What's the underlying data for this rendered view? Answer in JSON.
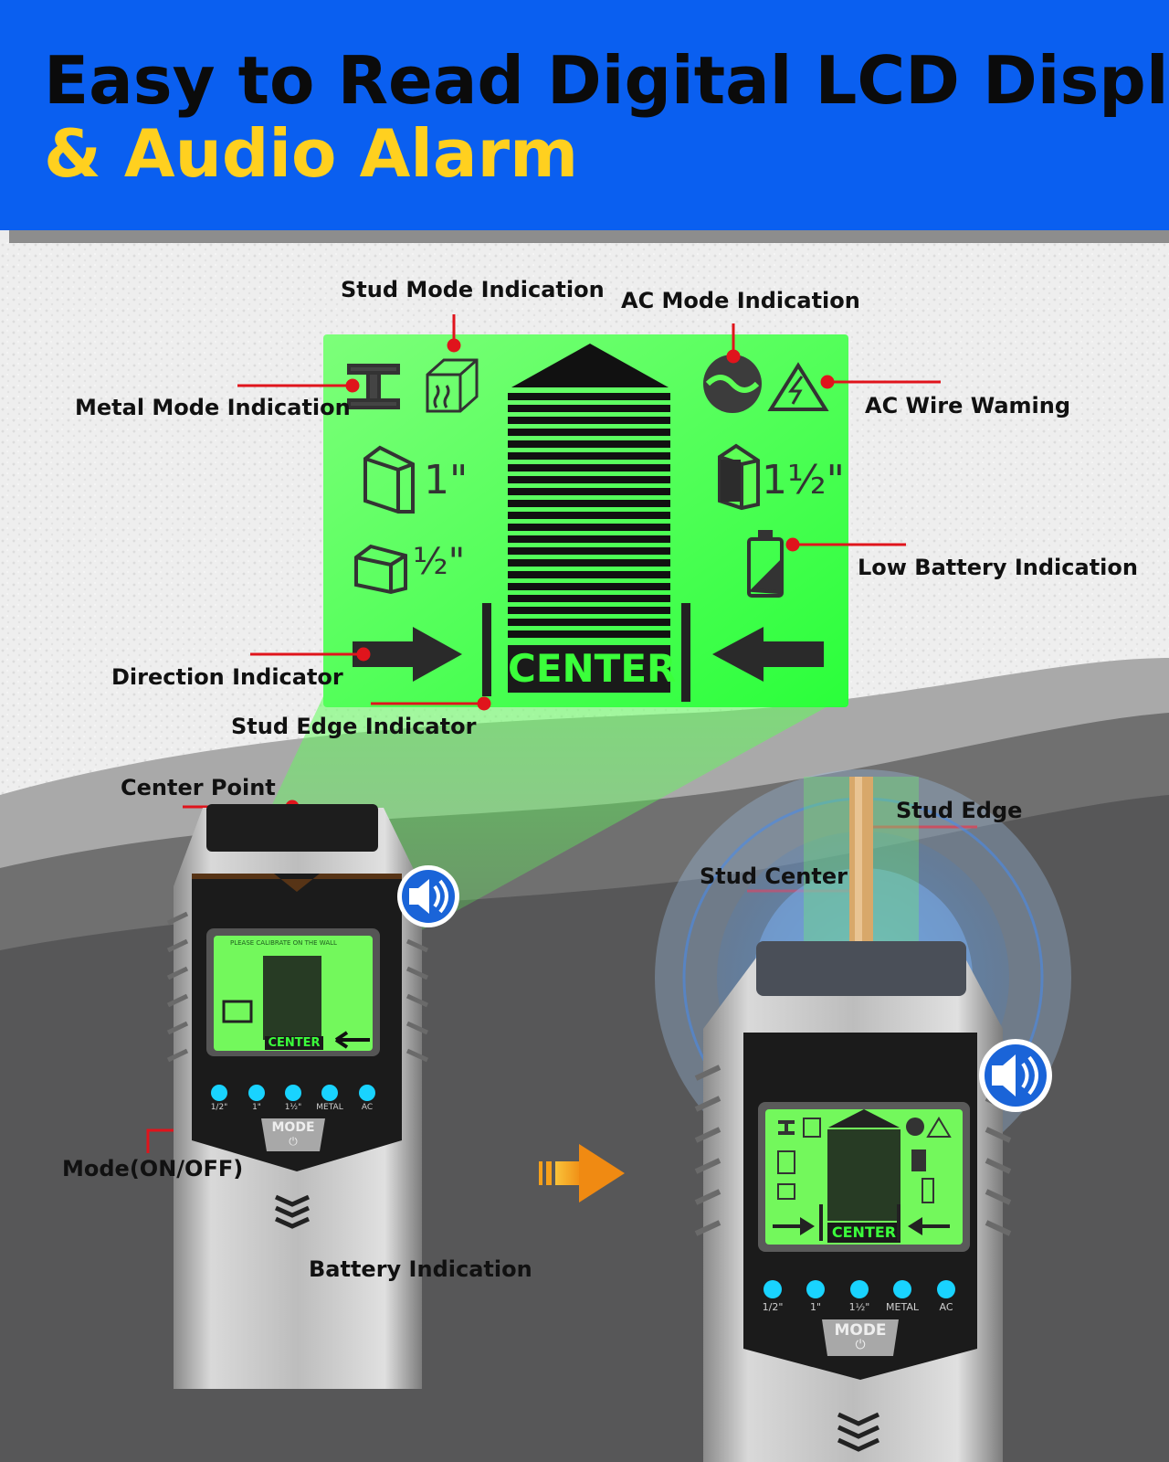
{
  "title": {
    "line1": "Easy to Read Digital LCD Display",
    "line2": "& Audio Alarm"
  },
  "lcd": {
    "center_label": "CENTER",
    "stud_depth_1": "1\"",
    "stud_depth_half": "½\"",
    "stud_depth_one_half": "1½\""
  },
  "callouts": {
    "stud_mode": "Stud Mode Indication",
    "ac_mode": "AC Mode Indication",
    "metal_mode": "Metal Mode Indication",
    "ac_wire_warning": "AC Wire Waming",
    "low_battery": "Low Battery Indication",
    "direction": "Direction Indicator",
    "stud_edge_indicator": "Stud Edge Indicator",
    "center_point": "Center Point",
    "stud_edge": "Stud Edge",
    "stud_center": "Stud Center",
    "mode_on_off": "Mode(ON/OFF)",
    "battery": "Battery Indication"
  },
  "device": {
    "mode_label": "MODE",
    "power_symbol": "⏻",
    "small_center_label": "CENTER",
    "lcd_header_small": "PLEASE CALIBRATE ON THE WALL",
    "mode_labels": [
      "1/2\"",
      "1\"",
      "1½\"",
      "METAL",
      "AC"
    ]
  },
  "colors": {
    "banner": "#0a5ff0",
    "title_dark": "#0b0b0b",
    "title_accent": "#ffd01f",
    "lcd_green": "#4dff52",
    "callout_red": "#e0141c",
    "led_cyan": "#19d3ff",
    "arrow_orange": "#f6a01a",
    "speaker_blue": "#1a64d8"
  },
  "icons": [
    "metal-beam-icon",
    "stud-block-icon",
    "ac-wave-icon",
    "high-voltage-warning-icon",
    "battery-low-icon",
    "direction-arrow-right-icon",
    "direction-arrow-left-icon",
    "speaker-icon",
    "transition-arrow-icon",
    "vent-icon"
  ]
}
